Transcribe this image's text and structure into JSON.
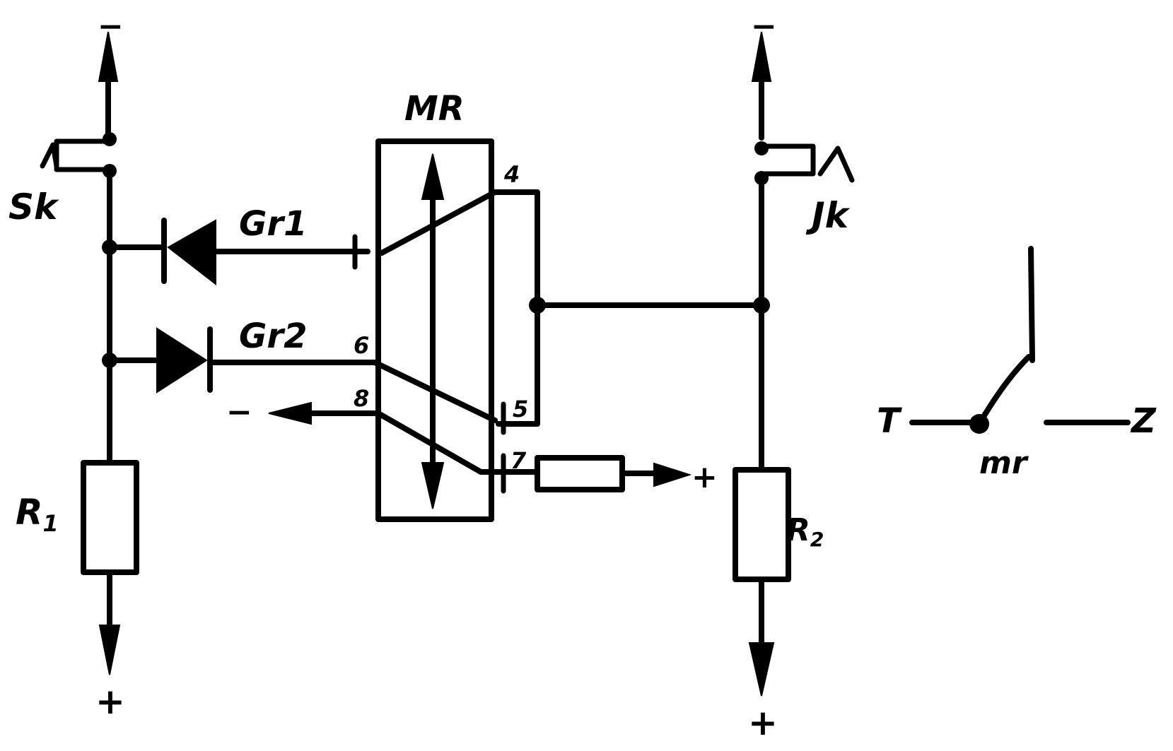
{
  "diagram": {
    "labels": {
      "sk": "Sk",
      "jk": "Jk",
      "gr1": "Gr1",
      "gr2": "Gr2",
      "mr": "MR",
      "r1": "R",
      "r1_sub": "1",
      "r2": "R",
      "r2_sub": "2",
      "pin4": "4",
      "pin5": "5",
      "pin6": "6",
      "pin7": "7",
      "pin8": "8"
    },
    "signs": {
      "left_top": "−",
      "left_bottom": "+",
      "right_top": "−",
      "right_bottom": "+",
      "mid_left": "−",
      "mid_right": "+"
    },
    "inset": {
      "t": "T",
      "z": "Z",
      "mr": "mr"
    }
  }
}
